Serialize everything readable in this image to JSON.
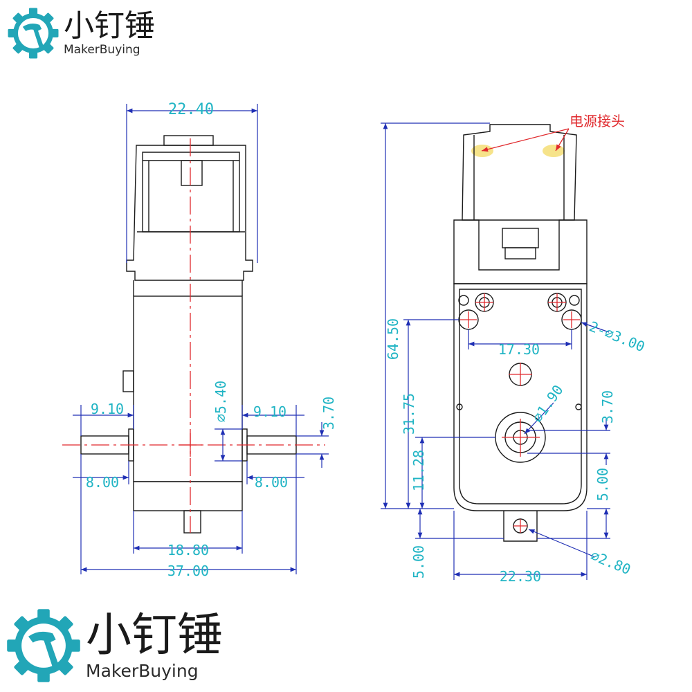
{
  "brand": {
    "name_cn": "小钉锤",
    "name_en": "MakerBuying",
    "logo_icon": "gear-hammer-icon",
    "gear_color": "#22a6b7"
  },
  "colors": {
    "outline": "#1a1a1a",
    "dimension_line": "#1f2fb4",
    "dimension_text": "#20b4c4",
    "center_line": "#e0282c",
    "annotation": "#e0282c",
    "highlight": "#f6e38a"
  },
  "left_view": {
    "dims": {
      "width_top": "22.40",
      "shaft_left": "9.10",
      "shaft_right": "9.10",
      "shaft_dia": "⌀5.40",
      "shaft_dia_right": "3.70",
      "shaft_len_left": "8.00",
      "shaft_len_right": "8.00",
      "base_width": "18.80",
      "total_width": "37.00"
    }
  },
  "right_view": {
    "annotation": "电源接头",
    "dims": {
      "total_height": "64.50",
      "hole_spacing": "17.30",
      "mount_holes": "2-⌀3.00",
      "height_to_holes": "31.75",
      "height_to_shaft": "11.28",
      "shaft_hole": "⌀1.90",
      "shaft_offset": "3.70",
      "bottom_gap": "5.00",
      "tab_height": "5.00",
      "tab_hole": "⌀2.80",
      "width_bottom": "22.30"
    }
  }
}
